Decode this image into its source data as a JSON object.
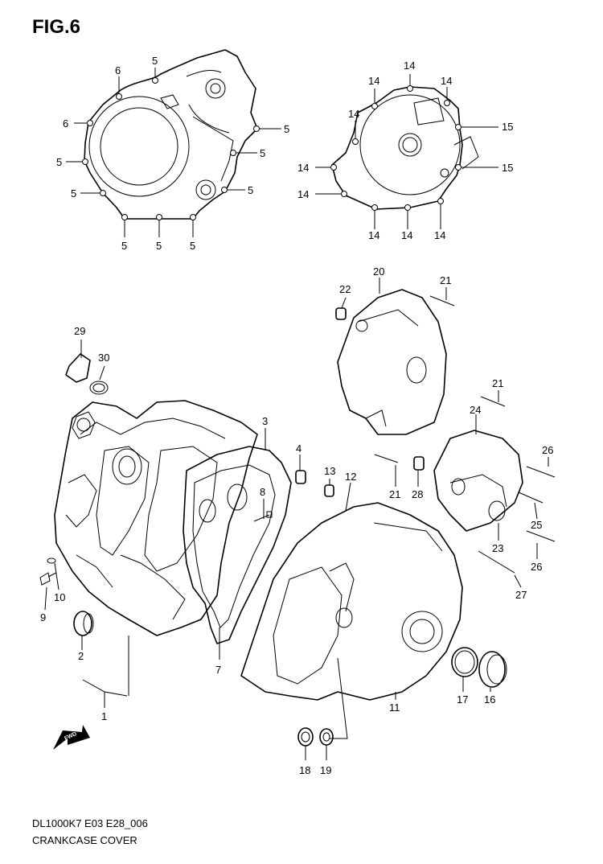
{
  "figure_title": "FIG.6",
  "caption": {
    "model_code": "DL1000K7 E03 E28_006",
    "name": "CRANKCASE COVER"
  },
  "fwd_arrow_label": "FWD",
  "callout_labels": {
    "clutch_cover_bolts": [
      "6",
      "6",
      "5",
      "5",
      "5",
      "5",
      "5",
      "5",
      "5",
      "5",
      "5"
    ],
    "generator_cover_bolts": [
      "14",
      "14",
      "14",
      "14",
      "14",
      "14",
      "14",
      "14",
      "14",
      "15",
      "15"
    ],
    "parts": [
      "1",
      "2",
      "3",
      "4",
      "7",
      "8",
      "9",
      "10",
      "11",
      "12",
      "13",
      "16",
      "17",
      "18",
      "19",
      "20",
      "21",
      "21",
      "21",
      "22",
      "23",
      "24",
      "25",
      "26",
      "26",
      "27",
      "28",
      "29",
      "30"
    ]
  }
}
